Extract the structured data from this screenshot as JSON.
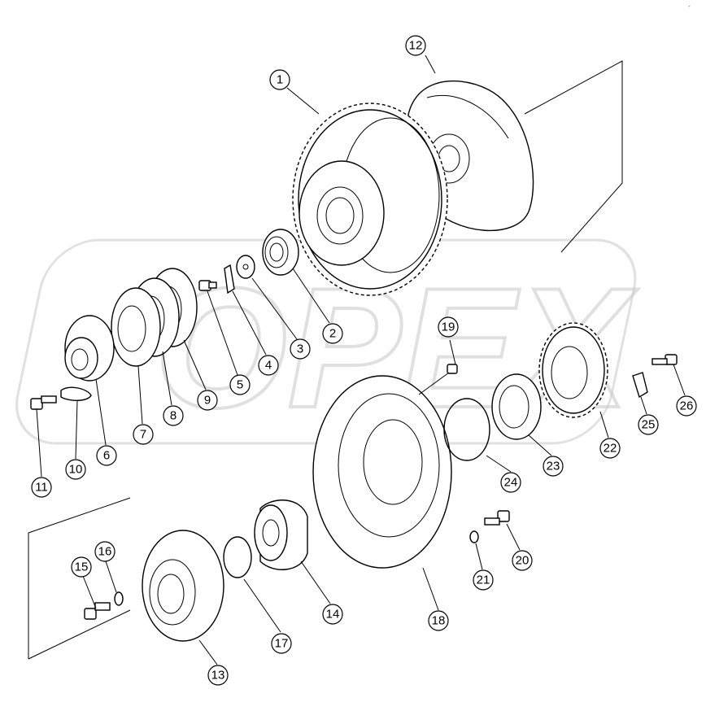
{
  "watermark_text": "OPEX",
  "corner_mark": "-",
  "callouts": [
    "1",
    "2",
    "3",
    "4",
    "5",
    "6",
    "7",
    "8",
    "9",
    "10",
    "11",
    "12",
    "13",
    "14",
    "15",
    "16",
    "17",
    "18",
    "19",
    "20",
    "21",
    "22",
    "23",
    "24",
    "25",
    "26"
  ]
}
